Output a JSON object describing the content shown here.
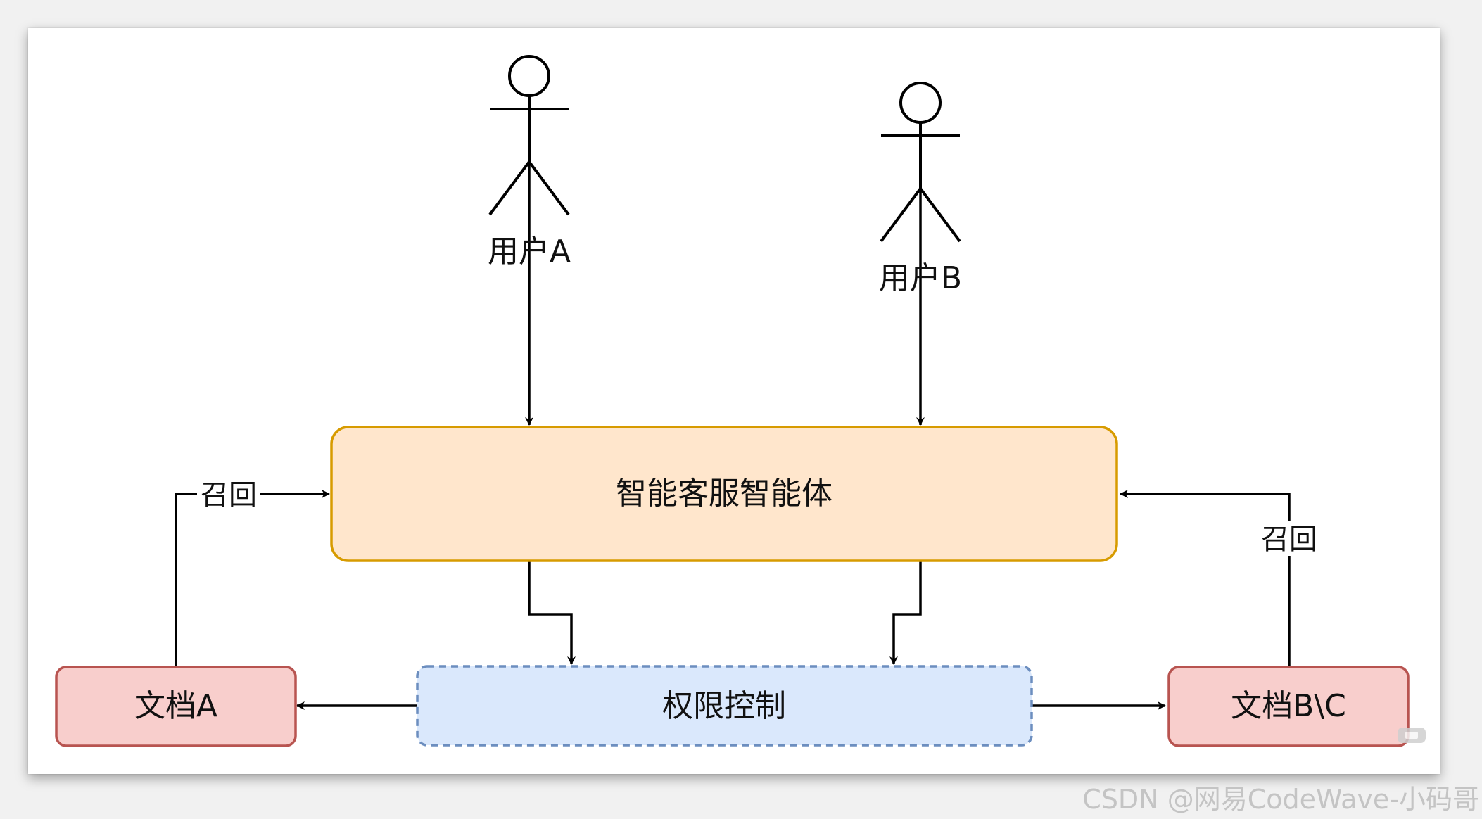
{
  "actors": {
    "user_a": {
      "label": "用户A"
    },
    "user_b": {
      "label": "用户B"
    }
  },
  "nodes": {
    "agent": {
      "label": "智能客服智能体",
      "fill": "#ffe6cc",
      "stroke": "#d79b00"
    },
    "permission": {
      "label": "权限控制",
      "fill": "#dae8fc",
      "stroke": "#6c8ebf",
      "border_style": "dashed"
    },
    "doc_a": {
      "label": "文档A",
      "fill": "#f8cecc",
      "stroke": "#b85450"
    },
    "doc_bc": {
      "label": "文档B\\C",
      "fill": "#f8cecc",
      "stroke": "#b85450"
    }
  },
  "edges": {
    "recall_left": {
      "label": "召回"
    },
    "recall_right": {
      "label": "召回"
    }
  },
  "colors": {
    "line": "#000000",
    "background": "#ffffff"
  },
  "watermark": "CSDN @网易CodeWave-小码哥"
}
